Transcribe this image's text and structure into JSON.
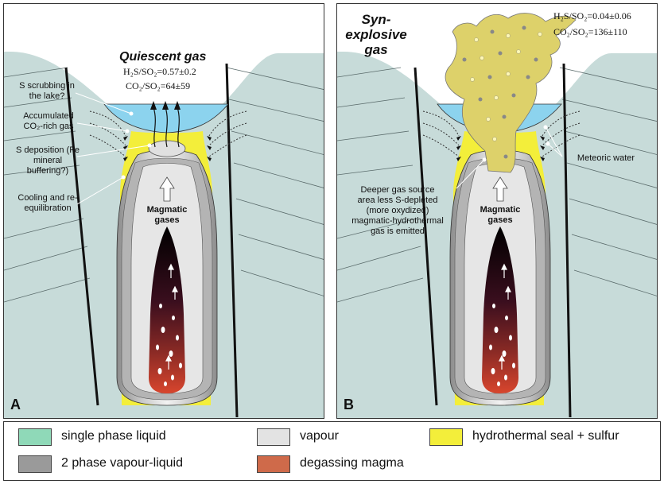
{
  "panel_a": {
    "letter": "A",
    "title": "Quiescent gas",
    "ratio_h2s": "H₂S/SO₂=0.57±0.2",
    "ratio_co2": "CO₂/SO₂=64±59",
    "labels": {
      "s_scrubbing": "S scrubbing in the lake?",
      "accumulated": "Accumulated CO₂-rich gas",
      "s_deposition": "S deposition (Fe mineral buffering?)",
      "cooling": "Cooling and re-equilibration",
      "magmatic_gases": "Magmatic gases"
    }
  },
  "panel_b": {
    "letter": "B",
    "title": "Syn-explosive gas",
    "ratio_h2s": "H₂S/SO₂=0.04±0.06",
    "ratio_co2": "CO₂/SO₂=136±110",
    "labels": {
      "meteoric": "Meteoric water",
      "deeper_source": "Deeper gas source area less S-depleted (more oxydized) magmatic-hydrothermal gas is emitted",
      "magmatic_gases": "Magmatic gases"
    }
  },
  "legend": [
    {
      "label": "single phase liquid",
      "color": "#8fd9b8"
    },
    {
      "label": "vapour",
      "color": "#e3e3e3"
    },
    {
      "label": "hydrothermal seal + sulfur",
      "color": "#f3ee3a"
    },
    {
      "label": "2 phase vapour-liquid",
      "color": "#9a9a9a"
    },
    {
      "label": "degassing magma",
      "color": "#cf6a4a"
    }
  ],
  "colors": {
    "rock": "#c7dbd9",
    "lake": "#8cd3ee",
    "seal": "#f3ee3a",
    "plume": "#ddd16a"
  }
}
